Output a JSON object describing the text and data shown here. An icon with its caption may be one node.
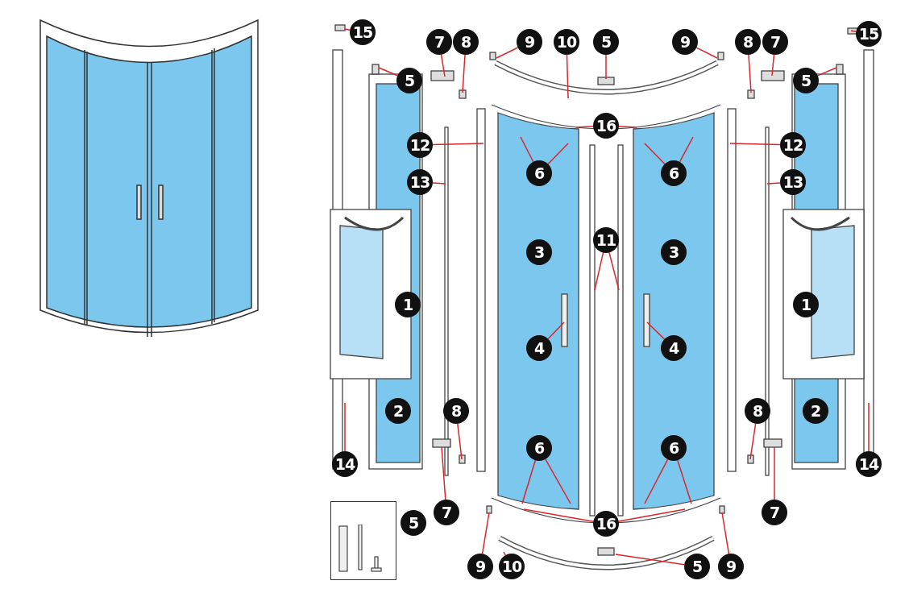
{
  "diagram": {
    "nodes": [
      {
        "text": [
          "15"
        ]
      },
      {
        "text": [
          "5"
        ]
      },
      {
        "text": [
          "7"
        ]
      },
      {
        "text": [
          "8"
        ]
      },
      {
        "text": [
          "9"
        ]
      },
      {
        "text": [
          "10"
        ]
      },
      {
        "text": [
          "5"
        ]
      },
      {
        "text": [
          "9"
        ]
      },
      {
        "text": [
          "8"
        ]
      },
      {
        "text": [
          "7"
        ]
      },
      {
        "text": [
          "15"
        ]
      },
      {
        "text": [
          "5"
        ]
      },
      {
        "text": [
          "16"
        ]
      },
      {
        "text": [
          "12"
        ]
      },
      {
        "text": [
          "12"
        ]
      },
      {
        "text": [
          "6"
        ]
      },
      {
        "text": [
          "6"
        ]
      },
      {
        "text": [
          "13"
        ]
      },
      {
        "text": [
          "13"
        ]
      },
      {
        "text": [
          "3"
        ]
      },
      {
        "text": [
          "11"
        ]
      },
      {
        "text": [
          "3"
        ]
      },
      {
        "text": [
          "1"
        ]
      },
      {
        "text": [
          "1"
        ]
      },
      {
        "text": [
          "4"
        ]
      },
      {
        "text": [
          "4"
        ]
      },
      {
        "text": [
          "2"
        ]
      },
      {
        "text": [
          "8"
        ]
      },
      {
        "text": [
          "8"
        ]
      },
      {
        "text": [
          "2"
        ]
      },
      {
        "text": [
          "6"
        ]
      },
      {
        "text": [
          "6"
        ]
      },
      {
        "text": [
          "14"
        ]
      },
      {
        "text": [
          "14"
        ]
      },
      {
        "text": [
          "5"
        ]
      },
      {
        "text": [
          "7"
        ]
      },
      {
        "text": [
          "7"
        ]
      },
      {
        "text": [
          "16"
        ]
      },
      {
        "text": [
          "9"
        ]
      },
      {
        "text": [
          "10"
        ]
      },
      {
        "text": [
          "5"
        ]
      },
      {
        "text": [
          "9"
        ]
      }
    ],
    "edges": [
      {
        "from": 0,
        "to": null,
        "arrow": "none"
      },
      {
        "from": 1,
        "to": null,
        "arrow": "none"
      },
      {
        "from": 2,
        "to": null,
        "arrow": "none"
      },
      {
        "from": 3,
        "to": null,
        "arrow": "none"
      },
      {
        "from": 4,
        "to": null,
        "arrow": "none"
      },
      {
        "from": 5,
        "to": null,
        "arrow": "none"
      },
      {
        "from": 6,
        "to": null,
        "arrow": "none"
      },
      {
        "from": 7,
        "to": null,
        "arrow": "none"
      },
      {
        "from": 8,
        "to": null,
        "arrow": "none"
      },
      {
        "from": 9,
        "to": null,
        "arrow": "none"
      },
      {
        "from": 10,
        "to": null,
        "arrow": "none"
      },
      {
        "from": 11,
        "to": null,
        "arrow": "none"
      },
      {
        "from": 12,
        "to": null,
        "arrow": "none"
      },
      {
        "from": 12,
        "to": null,
        "arrow": "none"
      },
      {
        "from": 13,
        "to": null,
        "arrow": "none"
      },
      {
        "from": 14,
        "to": null,
        "arrow": "none"
      },
      {
        "from": 15,
        "to": null,
        "arrow": "none"
      },
      {
        "from": 15,
        "to": null,
        "arrow": "none"
      },
      {
        "from": 16,
        "to": null,
        "arrow": "none"
      },
      {
        "from": 16,
        "to": null,
        "arrow": "none"
      },
      {
        "from": 17,
        "to": null,
        "arrow": "none"
      },
      {
        "from": 18,
        "to": null,
        "arrow": "none"
      },
      {
        "from": 20,
        "to": null,
        "arrow": "none"
      },
      {
        "from": 20,
        "to": null,
        "arrow": "none"
      },
      {
        "from": 24,
        "to": null,
        "arrow": "none"
      },
      {
        "from": 25,
        "to": null,
        "arrow": "none"
      },
      {
        "from": 27,
        "to": null,
        "arrow": "none"
      },
      {
        "from": 28,
        "to": null,
        "arrow": "none"
      },
      {
        "from": 30,
        "to": null,
        "arrow": "none"
      },
      {
        "from": 30,
        "to": null,
        "arrow": "none"
      },
      {
        "from": 31,
        "to": null,
        "arrow": "none"
      },
      {
        "from": 31,
        "to": null,
        "arrow": "none"
      },
      {
        "from": 32,
        "to": null,
        "arrow": "none"
      },
      {
        "from": 33,
        "to": null,
        "arrow": "none"
      },
      {
        "from": 35,
        "to": null,
        "arrow": "none"
      },
      {
        "from": 36,
        "to": null,
        "arrow": "none"
      },
      {
        "from": 37,
        "to": null,
        "arrow": "none"
      },
      {
        "from": 37,
        "to": null,
        "arrow": "none"
      },
      {
        "from": 38,
        "to": null,
        "arrow": "none"
      },
      {
        "from": 39,
        "to": null,
        "arrow": "none"
      },
      {
        "from": 40,
        "to": null,
        "arrow": "none"
      },
      {
        "from": 41,
        "to": null,
        "arrow": "none"
      }
    ]
  }
}
